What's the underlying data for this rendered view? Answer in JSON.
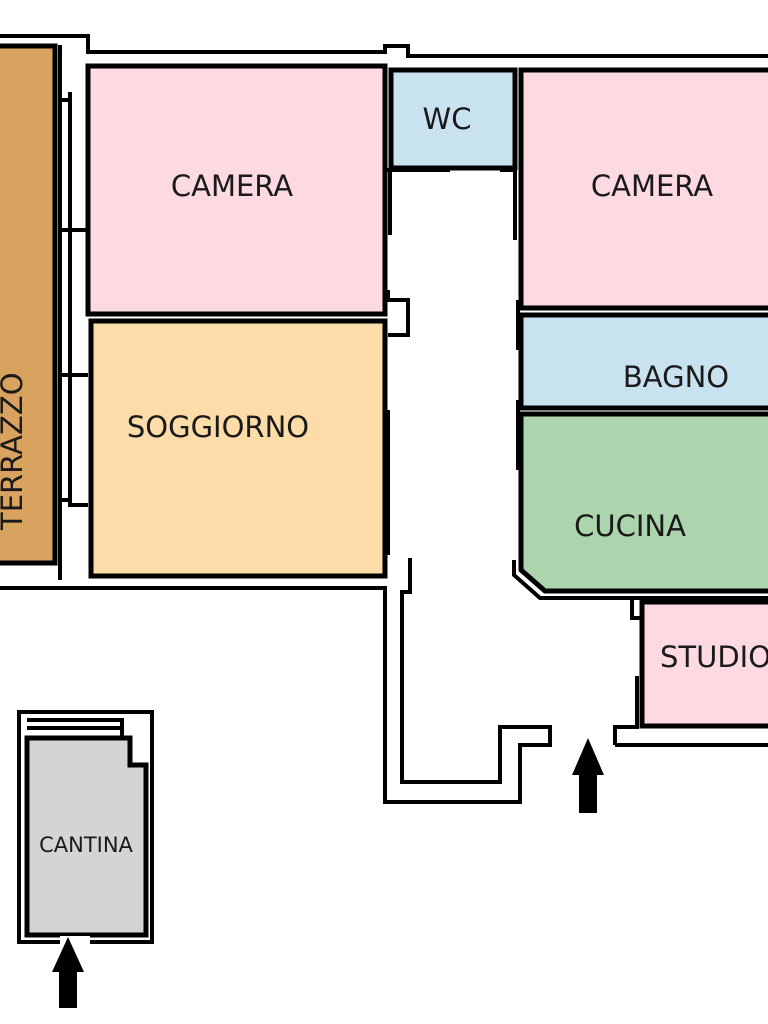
{
  "plan": {
    "rooms": [
      {
        "id": "terrazzo",
        "label": "TERRAZZO",
        "color": "#d9a35f"
      },
      {
        "id": "camera-left",
        "label": "CAMERA",
        "color": "#fdd9e2"
      },
      {
        "id": "soggiorno",
        "label": "SOGGIORNO",
        "color": "#fcdca9"
      },
      {
        "id": "wc",
        "label": "WC",
        "color": "#c9e2ef"
      },
      {
        "id": "camera-right",
        "label": "CAMERA",
        "color": "#fdd9e2"
      },
      {
        "id": "bagno",
        "label": "BAGNO",
        "color": "#c9e2ef"
      },
      {
        "id": "cucina",
        "label": "CUCINA",
        "color": "#acd4ad"
      },
      {
        "id": "studio",
        "label": "STUDIO",
        "color": "#fdd9e2"
      },
      {
        "id": "cantina",
        "label": "CANTINA",
        "color": "#d4d4d4"
      }
    ],
    "entrances": [
      "entrance-arrow-apartment",
      "entrance-arrow-cantina"
    ]
  }
}
